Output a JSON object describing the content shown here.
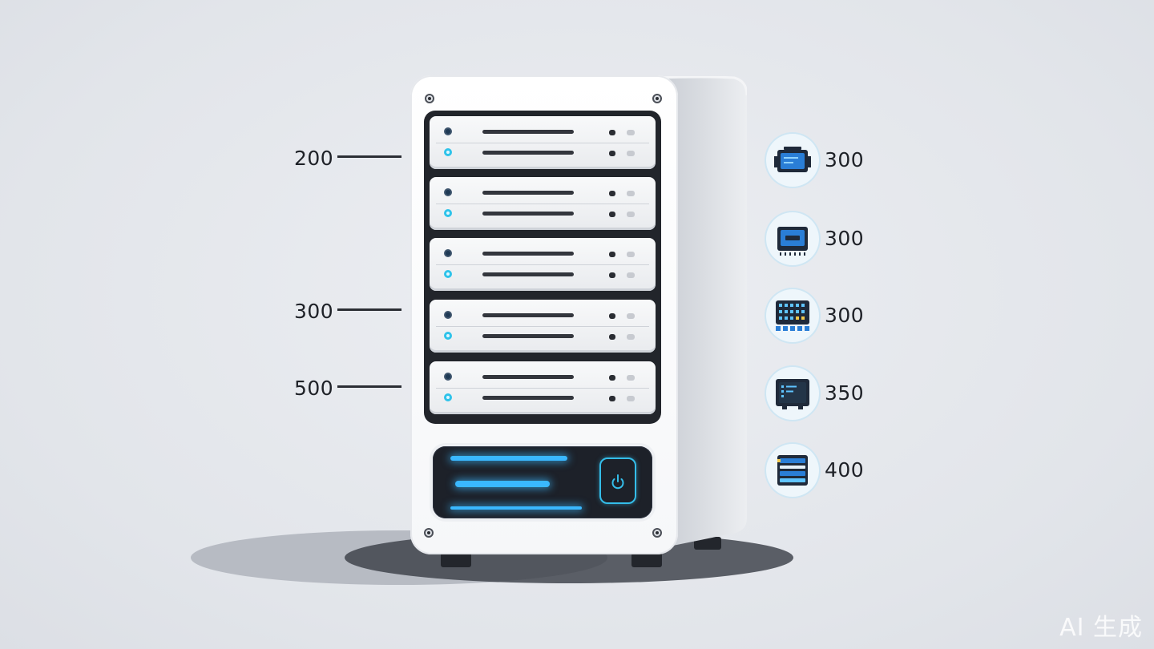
{
  "left_callouts": [
    {
      "value": "200"
    },
    {
      "value": "300"
    },
    {
      "value": "500"
    }
  ],
  "right_callouts": [
    {
      "value": "300",
      "icon": "memory-module-icon"
    },
    {
      "value": "300",
      "icon": "cpu-chip-icon"
    },
    {
      "value": "300",
      "icon": "storage-grid-icon"
    },
    {
      "value": "350",
      "icon": "monitor-panel-icon"
    },
    {
      "value": "400",
      "icon": "server-rack-icon"
    }
  ],
  "watermark": "AI 生成",
  "colors": {
    "accent_blue": "#3ab8ff",
    "led_cyan": "#2ec3ea",
    "chassis_dark": "#22252b",
    "chassis_white": "#ffffff"
  }
}
